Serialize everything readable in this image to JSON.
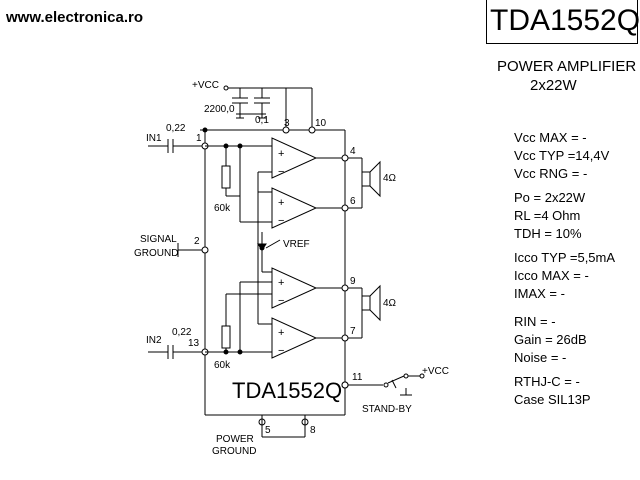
{
  "site": "www.electronica.ro",
  "chip": "TDA1552Q",
  "function_line1": "POWER AMPLIFIER",
  "function_line2": "2x22W",
  "specs": [
    "Vcc MAX = -",
    "Vcc TYP =14,4V",
    "Vcc RNG = -",
    "Po = 2x22W",
    "RL =4 Ohm",
    "TDH = 10%",
    "Icco TYP =5,5mA",
    "Icco MAX = -",
    "IMAX = -",
    "RIN = -",
    "Gain = 26dB",
    "Noise = -",
    "RTHJ-C = -",
    "Case SIL13P"
  ],
  "schematic": {
    "vcc_top": "+VCC",
    "cap_big": "2200,0",
    "cap_small": "0,1",
    "in1": "IN1",
    "in2": "IN2",
    "cin1": "0,22",
    "cin2": "0,22",
    "res1": "60k",
    "res2": "60k",
    "vref": "VREF",
    "signal_ground_1": "SIGNAL",
    "signal_ground_2": "GROUND",
    "power_ground_1": "POWER",
    "power_ground_2": "GROUND",
    "standby": "STAND-BY",
    "vcc_sw": "+VCC",
    "load1": "4Ω",
    "load2": "4Ω",
    "chip_label": "TDA1552Q",
    "pins": {
      "p1": "1",
      "p2": "2",
      "p3": "3",
      "p4": "4",
      "p5": "5",
      "p6": "6",
      "p7": "7",
      "p8": "8",
      "p9": "9",
      "p10": "10",
      "p11": "11",
      "p13": "13"
    }
  }
}
